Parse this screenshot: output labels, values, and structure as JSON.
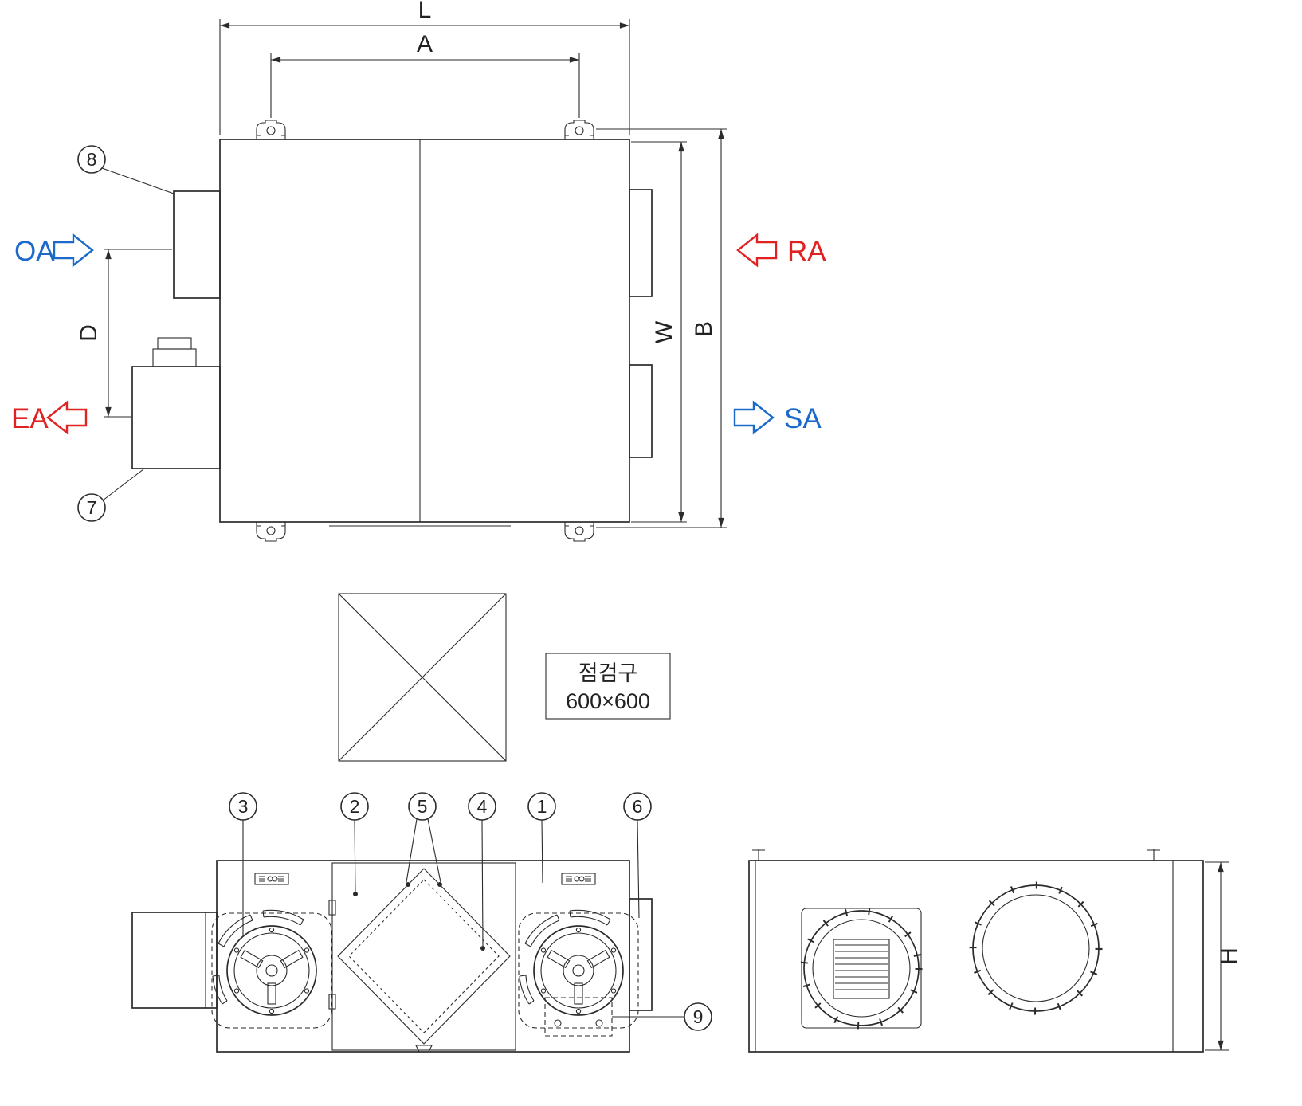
{
  "diagram": {
    "dims": {
      "L": "L",
      "A": "A",
      "B": "B",
      "W": "W",
      "D": "D",
      "H": "H"
    },
    "flow": {
      "oa": "OA",
      "ra": "RA",
      "ea": "EA",
      "sa": "SA"
    },
    "callouts": {
      "n1": "1",
      "n2": "2",
      "n3": "3",
      "n4": "4",
      "n5": "5",
      "n6": "6",
      "n7": "7",
      "n8": "8",
      "n9": "9"
    },
    "inspection": {
      "name": "점검구",
      "size": "600×600"
    }
  },
  "colors": {
    "supply": "#1b6ac9",
    "exhaust": "#e02222",
    "line": "#2b2b2b"
  }
}
